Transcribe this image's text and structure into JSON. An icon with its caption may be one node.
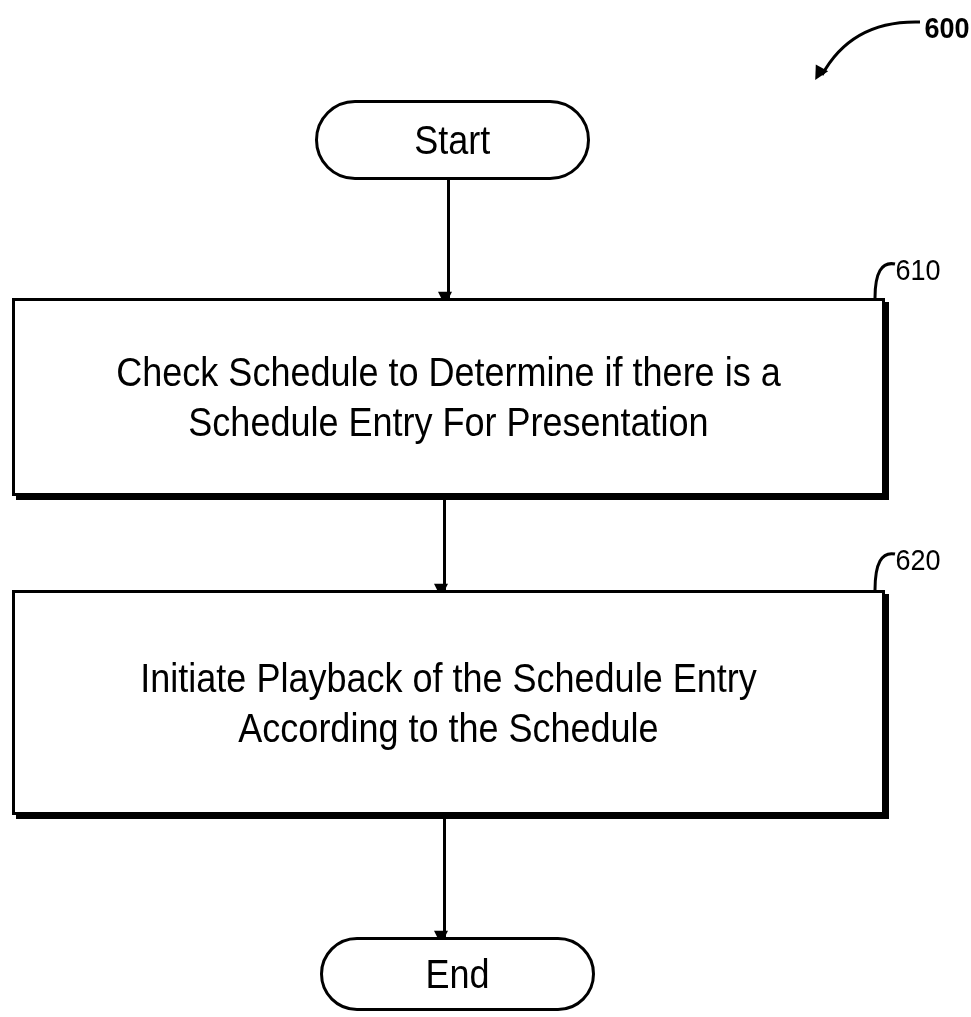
{
  "diagram": {
    "nodes": [
      {
        "text": [
          "Start"
        ]
      },
      {
        "text": [
          "Check Schedule to Determine if there is a Schedule Entry For Presentation"
        ]
      },
      {
        "text": [
          "Initiate Playback of the Schedule Entry According to the Schedule"
        ]
      },
      {
        "text": [
          "End"
        ]
      },
      {
        "text": [
          "610"
        ]
      },
      {
        "text": [
          "620"
        ]
      },
      {
        "text": [
          "600"
        ]
      }
    ],
    "edges": [
      {
        "from": 0,
        "to": 1,
        "arrow": "to"
      },
      {
        "from": 1,
        "to": 2,
        "arrow": "to"
      },
      {
        "from": 2,
        "to": 3,
        "arrow": "to"
      },
      {
        "from": 4,
        "to": 1,
        "arrow": "none"
      },
      {
        "from": 5,
        "to": 2,
        "arrow": "none"
      },
      {
        "from": 6,
        "to": null,
        "arrow": "to"
      }
    ]
  }
}
